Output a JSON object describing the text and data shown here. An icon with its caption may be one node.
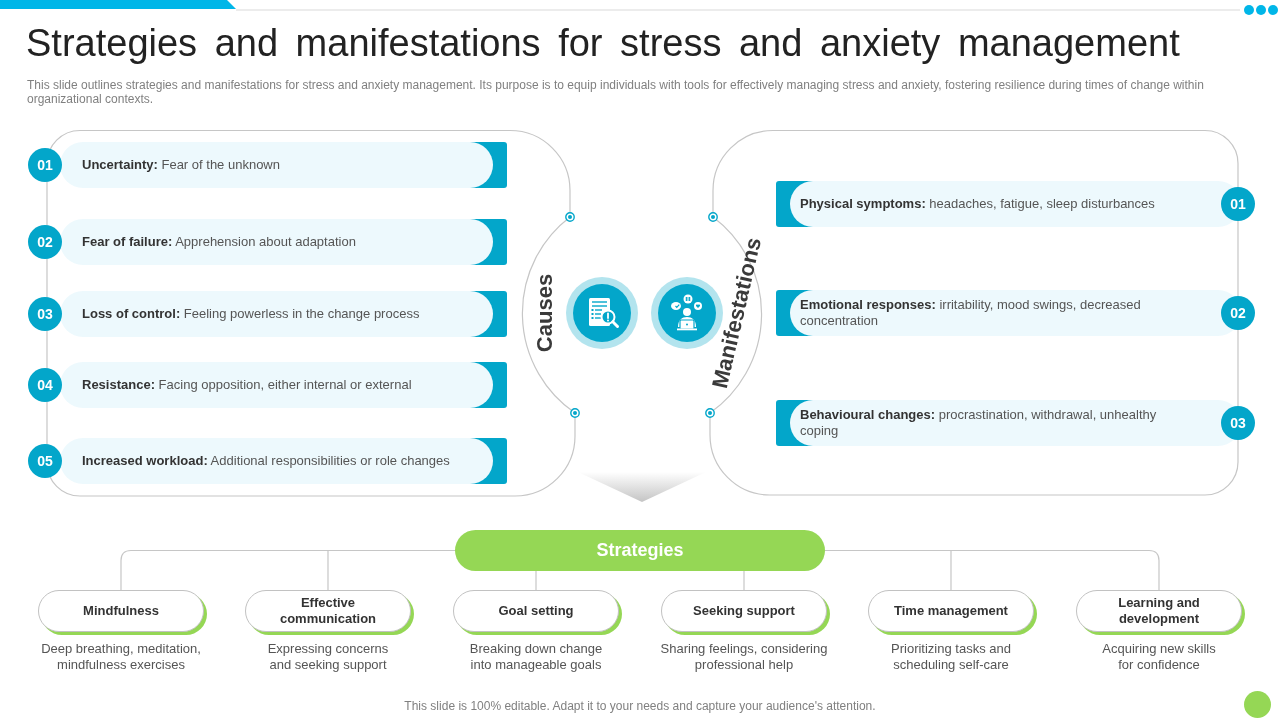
{
  "diagram": {
    "title": "Strategies and manifestations for stress and anxiety management",
    "nodes": [
      {
        "text": [
          "Causes"
        ]
      },
      {
        "text": [
          "01",
          "**Uncertainty:** Fear of the unknown"
        ],
        "in": 0
      },
      {
        "text": [
          "02",
          "**Fear of failure:** Apprehension about adaptation"
        ],
        "in": 0
      },
      {
        "text": [
          "03",
          "**Loss of control:** Feeling powerless in the change process"
        ],
        "in": 0
      },
      {
        "text": [
          "04",
          "**Resistance:** Facing opposition, either internal or external"
        ],
        "in": 0
      },
      {
        "text": [
          "05",
          "**Increased workload:** Additional responsibilities or role changes"
        ],
        "in": 0
      },
      {
        "text": [
          "Manifestations"
        ]
      },
      {
        "text": [
          "**Physical symptoms:** headaches, fatigue, sleep disturbances",
          "01"
        ],
        "in": 6
      },
      {
        "text": [
          "**Emotional responses:** irritability, mood swings, decreased concentration",
          "02"
        ],
        "in": 6
      },
      {
        "text": [
          "**Behavioural changes:** procrastination, withdrawal, unhealthy coping",
          "03"
        ],
        "in": 6
      },
      {
        "text": [
          "Strategies"
        ]
      },
      {
        "text": [
          "Mindfulness"
        ],
        "beside": [
          "Deep breathing, meditation, mindfulness exercises"
        ]
      },
      {
        "text": [
          "Effective communication"
        ],
        "beside": [
          "Expressing concerns and seeking support"
        ]
      },
      {
        "text": [
          "Goal setting"
        ],
        "beside": [
          "Breaking down change into manageable goals"
        ]
      },
      {
        "text": [
          "Seeking support"
        ],
        "beside": [
          "Sharing feelings, considering professional help"
        ]
      },
      {
        "text": [
          "Time management"
        ],
        "beside": [
          "Prioritizing tasks and scheduling self-care"
        ]
      },
      {
        "text": [
          "Learning and development"
        ],
        "beside": [
          "Acquiring new skills for confidence"
        ]
      }
    ],
    "edges": [
      {
        "from": 10,
        "to": 11,
        "arrow": "none"
      },
      {
        "from": 10,
        "to": 12,
        "arrow": "none"
      },
      {
        "from": 10,
        "to": 13,
        "arrow": "none"
      },
      {
        "from": 10,
        "to": 14,
        "arrow": "none"
      },
      {
        "from": 10,
        "to": 15,
        "arrow": "none"
      },
      {
        "from": 10,
        "to": 16,
        "arrow": "none"
      }
    ],
    "labels": [
      "This slide outlines strategies and manifestations for stress and anxiety management. Its purpose is to equip individuals with tools for effectively managing stress and anxiety, fostering resilience during times of change within organizational contexts.",
      "This slide is 100% editable. Adapt it to your needs and capture your audience's attention."
    ]
  }
}
